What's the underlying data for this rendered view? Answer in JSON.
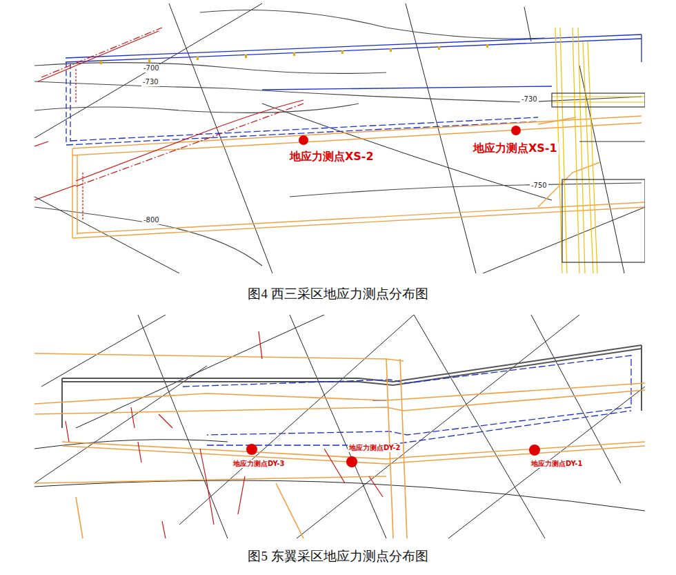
{
  "diagram": {
    "labels": [
      "-700",
      "-730",
      "-730",
      "地应力测点XS-2",
      "地应力测点XS-1",
      "-750",
      "-800",
      "图4 西三采区地应力测点分布图",
      "地应力测点DY-3",
      "地应力测点DY-2",
      "地应力测点DY-1",
      "图5 东翼采区地应力测点分布图"
    ]
  }
}
